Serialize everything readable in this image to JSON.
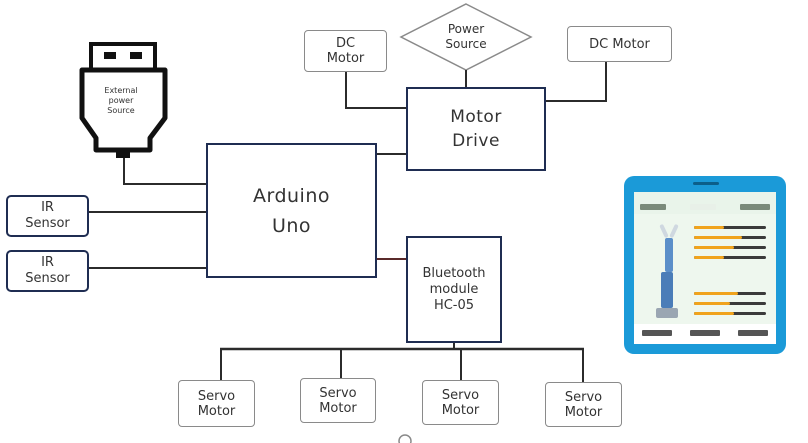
{
  "diagram": {
    "nodes": {
      "power_source": "Power\nSource",
      "dc_motor_left": "DC\nMotor",
      "dc_motor_right": "DC Motor",
      "external_power": "External\npower\nSource",
      "motor_drive": "Motor\nDrive",
      "arduino": "Arduino\nUno",
      "ir_sensor_1": "IR\nSensor",
      "ir_sensor_2": "IR\nSensor",
      "bluetooth": "Bluetooth\nmodule\nHC-05",
      "servo_1": "Servo\nMotor",
      "servo_2": "Servo\nMotor",
      "servo_3": "Servo\nMotor",
      "servo_4": "Servo\nMotor"
    },
    "colors": {
      "navy_border": "#1f2d52",
      "gray_border": "#8a8a8a",
      "line_dark": "#2b2b2b",
      "line_brown": "#5a2a2a",
      "phone_blue": "#1b9ad8",
      "slider_orange": "#f0a31c",
      "arm_blue": "#5b8fc9"
    }
  }
}
